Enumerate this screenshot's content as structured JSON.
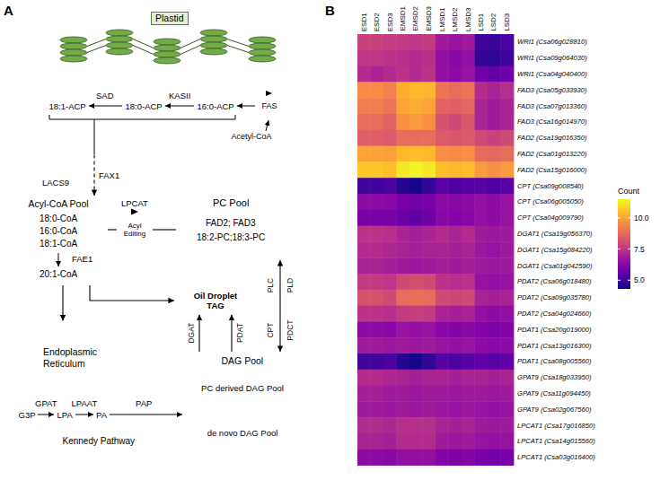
{
  "diagram": {
    "nodes": [
      {
        "text": [
          "Plastid"
        ]
      },
      {
        "text": [
          "FAS"
        ],
        "in": 0
      },
      {
        "text": [
          "Acyl-CoA Pool",
          "18:0-CoA",
          "16:0-CoA",
          "18:1-CoA",
          "FAE1",
          "20:1-CoA"
        ]
      },
      {
        "text": [
          "Acyl Editing"
        ]
      },
      {
        "text": [
          "PC Pool",
          "FAD2; FAD3",
          "18:2-PC;18:3-PC"
        ]
      },
      {
        "text": [
          "Oil Droplet TAG"
        ]
      },
      {
        "text": [
          "Endoplasmic Reticulum"
        ]
      },
      {
        "text": [
          "DAG Pool"
        ],
        "in": 6
      },
      {
        "text": [
          "PC derived DAG Pool"
        ],
        "in": 7
      },
      {
        "text": [
          "de novo DAG Pool"
        ],
        "in": 7
      }
    ],
    "edges": [
      {
        "from": 0,
        "to": 2,
        "arrow": "to",
        "label": "FAX1"
      },
      {
        "from": 2,
        "to": 3,
        "arrow": "none"
      },
      {
        "from": 3,
        "to": 4,
        "arrow": "none"
      },
      {
        "from": 2,
        "to": 5,
        "arrow": "to"
      },
      {
        "from": 2,
        "to": 6,
        "arrow": "to"
      },
      {
        "from": 7,
        "to": 5,
        "arrow": "to",
        "label": "DGAT"
      },
      {
        "from": 7,
        "to": 5,
        "arrow": "to",
        "label": "PDAT"
      },
      {
        "from": 4,
        "to": 7,
        "arrow": "both"
      }
    ],
    "labels": [
      "A",
      "B",
      "SAD",
      "KASII",
      "18:1-ACP",
      "18:0-ACP",
      "16:0-ACP",
      "Acetyl-CoA",
      "LACS9",
      "LPCAT",
      "G3P",
      "GPAT",
      "LPA",
      "LPAAT",
      "PA",
      "PAP",
      "Kennedy Pathway",
      "PLC",
      "CPT",
      "PLD",
      "PDCT",
      "ESD1",
      "ESD2",
      "ESD3",
      "EMSD1",
      "EMSD2",
      "EMSD3",
      "LMSD1",
      "LMSD2",
      "LMSD3",
      "LSD1",
      "LSD2",
      "LSD3",
      "WRI1 (Csa06g028810)",
      "WRI1 (Csa09g064030)",
      "WRI1 (Csa04g040400)",
      "FAD3 (Csa05g033930)",
      "FAD3 (Csa07g013360)",
      "FAD3 (Csa16g014970)",
      "FAD2 (Csa19g016350)",
      "FAD2 (Csa01g013220)",
      "FAD2 (Csa15g016000)",
      "CPT (Csa09g008540)",
      "CPT (Csa06g005050)",
      "CPT (Csa04g009790)",
      "DGAT1 (Csa19g056370)",
      "DGAT1 (Csa15g084220)",
      "DGAT1 (Csa01g042590)",
      "PDAT2 (Csa06g018480)",
      "PDAT2 (Csa09g035780)",
      "PDAT2 (Csa04g024660)",
      "PDAT1 (Csa20g019000)",
      "PDAT1 (Csa13g016300)",
      "PDAT1 (Csa08g005560)",
      "GPAT9 (Csa18g033950)",
      "GPAT9 (Csa11g094450)",
      "GPAT9 (Csa02g067560)",
      "LPCAT1 (Csa17g016850)",
      "LPCAT1 (Csa14g015560)",
      "LPCAT1 (Csa03g016400)",
      "Count",
      "10.0",
      "7.5",
      "5.0"
    ]
  }
}
